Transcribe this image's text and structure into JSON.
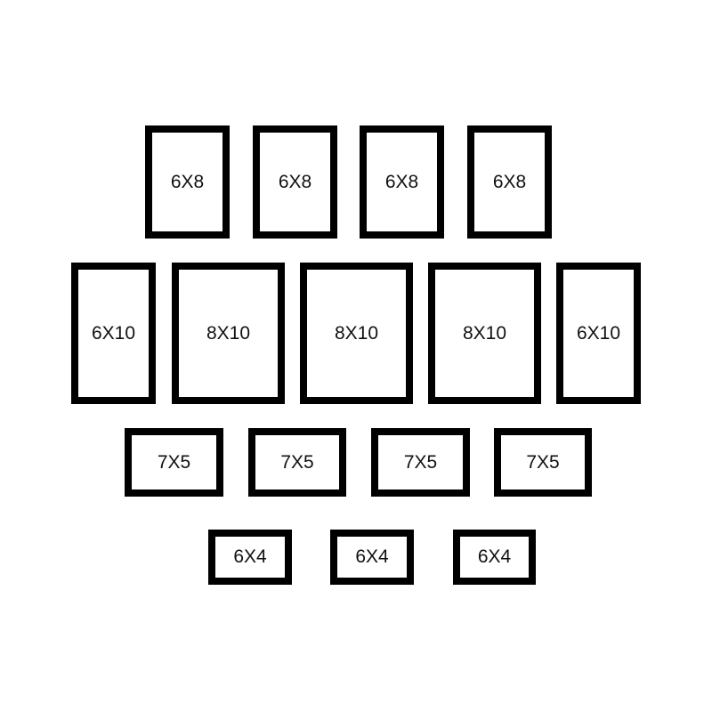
{
  "rows": [
    {
      "frames": [
        {
          "label": "6X8"
        },
        {
          "label": "6X8"
        },
        {
          "label": "6X8"
        },
        {
          "label": "6X8"
        }
      ]
    },
    {
      "frames": [
        {
          "label": "6X10"
        },
        {
          "label": "8X10"
        },
        {
          "label": "8X10"
        },
        {
          "label": "8X10"
        },
        {
          "label": "6X10"
        }
      ]
    },
    {
      "frames": [
        {
          "label": "7X5"
        },
        {
          "label": "7X5"
        },
        {
          "label": "7X5"
        },
        {
          "label": "7X5"
        }
      ]
    },
    {
      "frames": [
        {
          "label": "6X4"
        },
        {
          "label": "6X4"
        },
        {
          "label": "6X4"
        }
      ]
    }
  ]
}
